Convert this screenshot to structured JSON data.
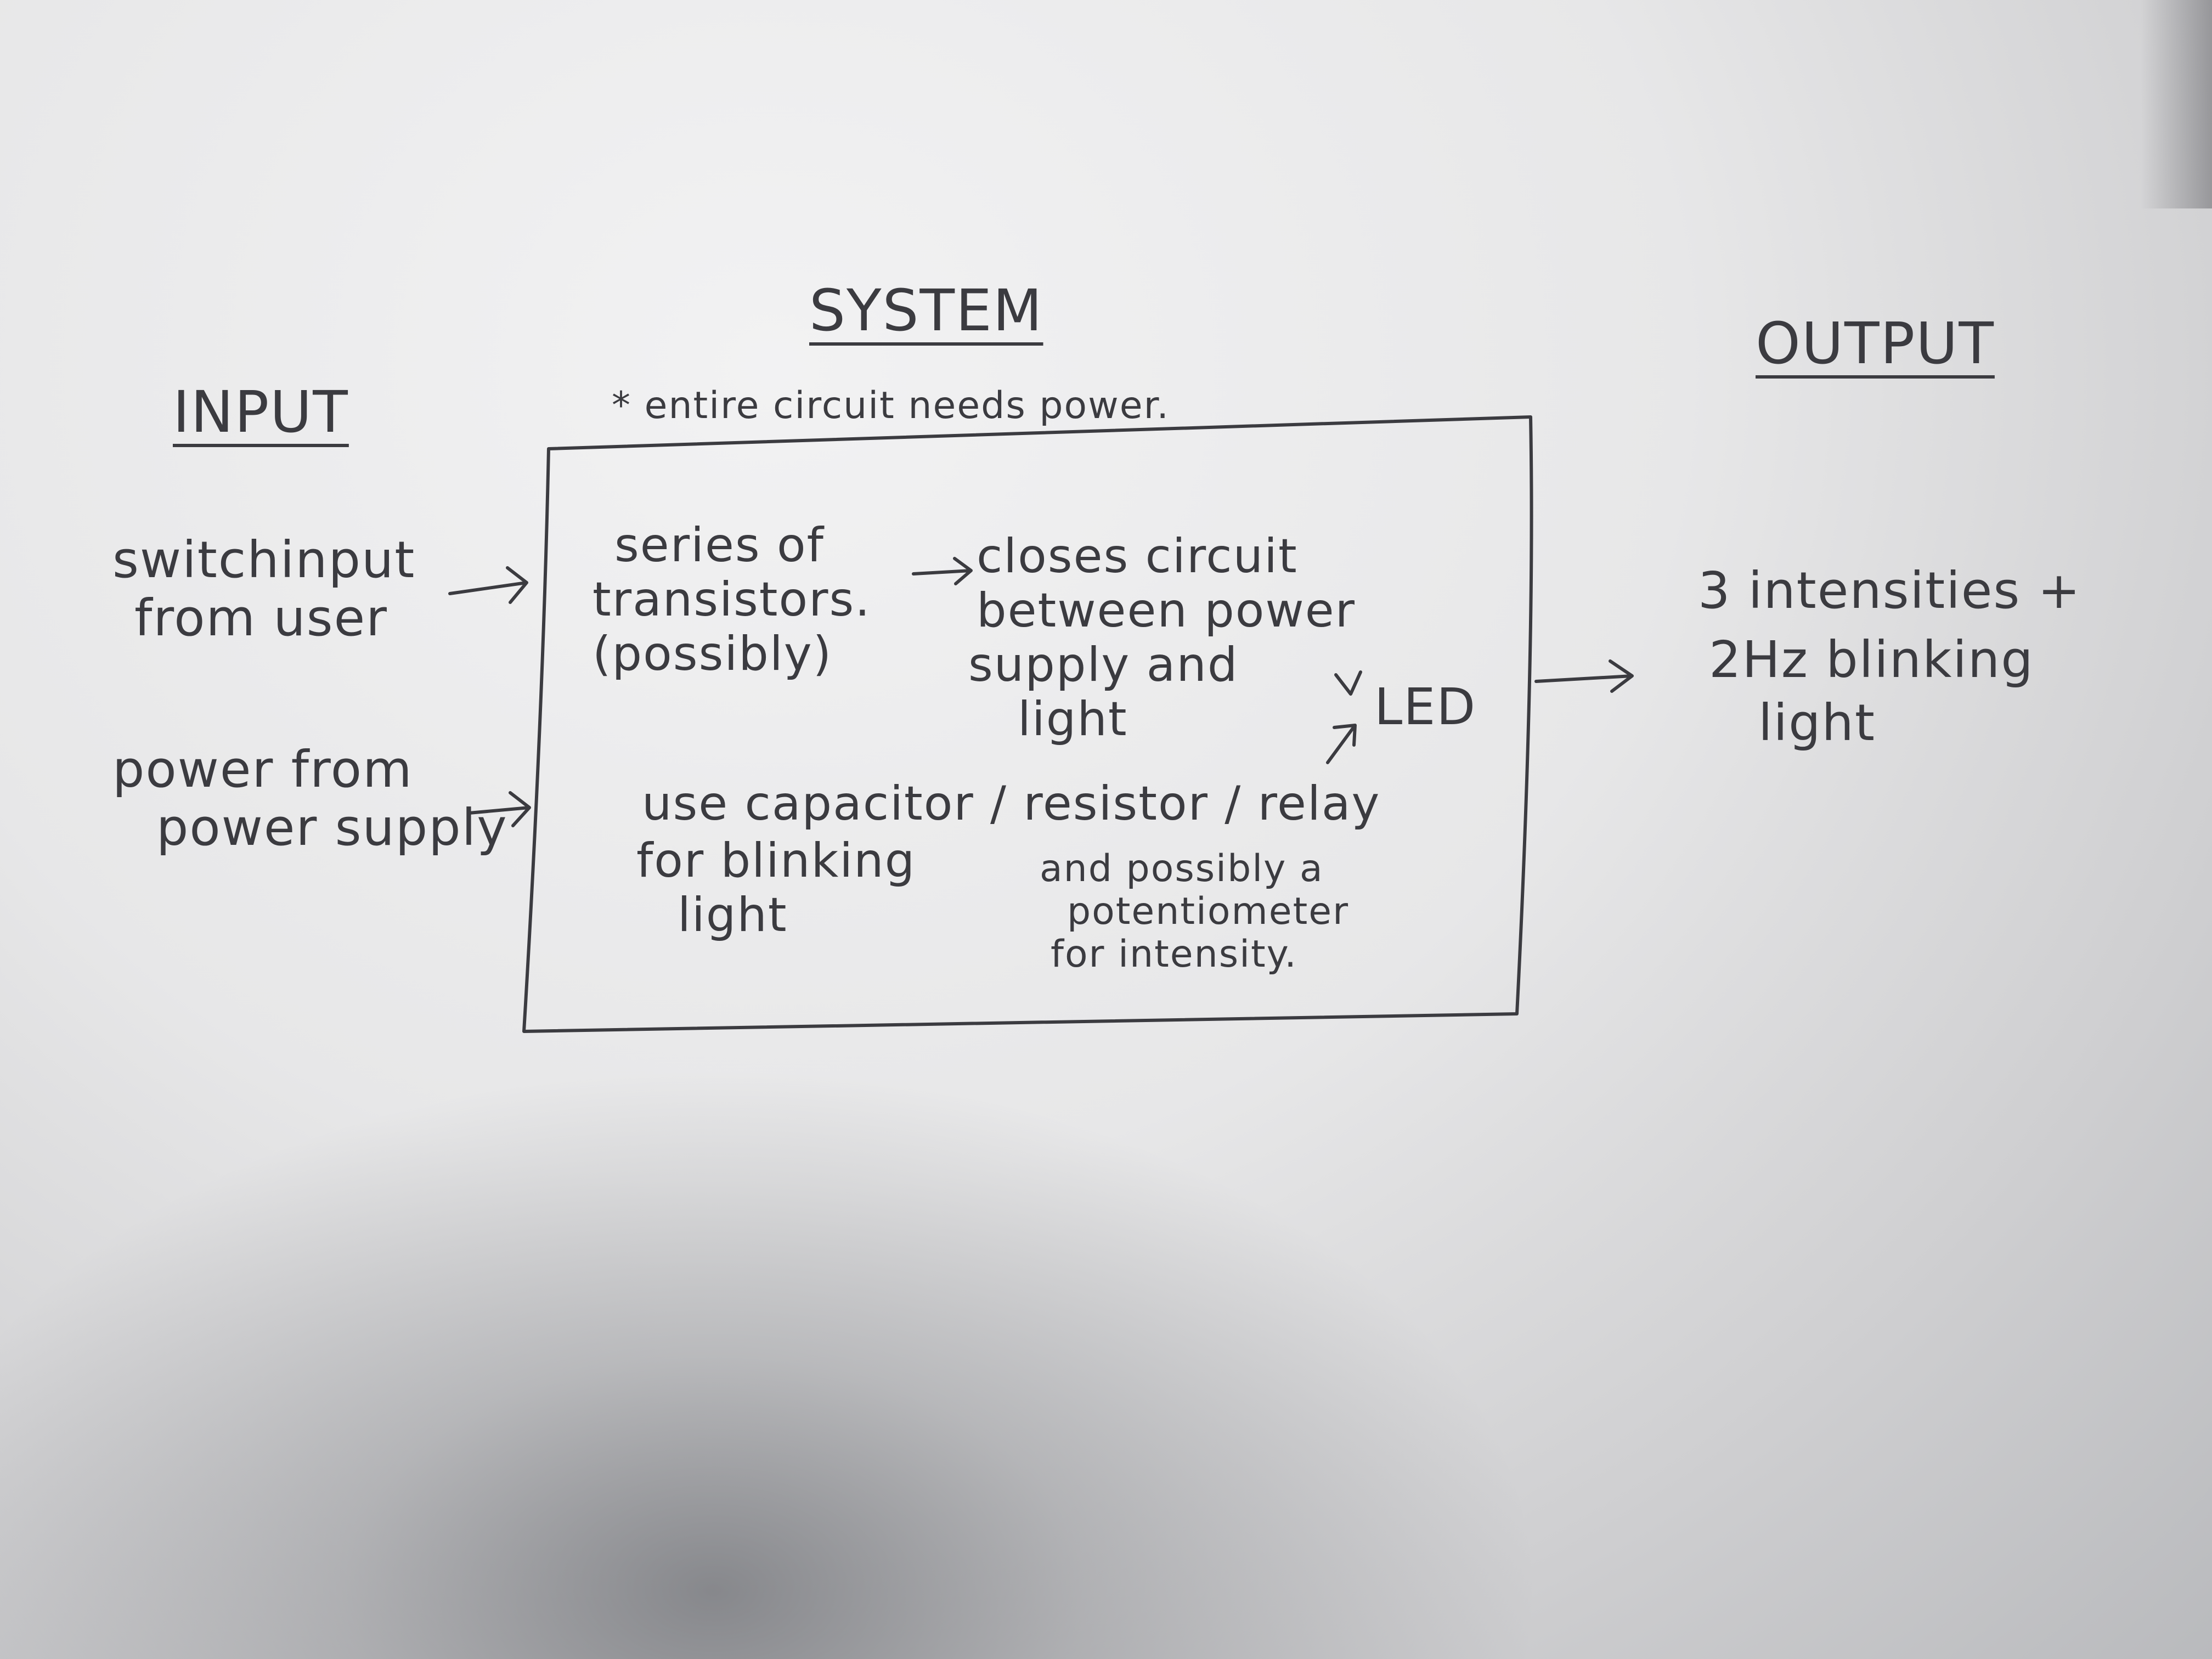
{
  "headers": {
    "input": "INPUT",
    "system": "SYSTEM",
    "output": "OUTPUT"
  },
  "system_note": "* entire circuit needs power.",
  "inputs": {
    "switch": [
      "switchinput",
      "from user"
    ],
    "power": [
      "power from",
      "power supply"
    ]
  },
  "system": {
    "transistors": [
      "series of",
      "transistors.",
      "(possibly)"
    ],
    "closes": [
      "closes circuit",
      "between power",
      "supply and",
      "light"
    ],
    "led": "LED",
    "capacitor": "use capacitor / resistor / relay",
    "blinking": [
      "for blinking",
      "light"
    ],
    "potentiometer": [
      "and possibly a",
      "potentiometer",
      "for intensity."
    ]
  },
  "output": [
    "3 intensities +",
    "2Hz blinking",
    "light"
  ]
}
